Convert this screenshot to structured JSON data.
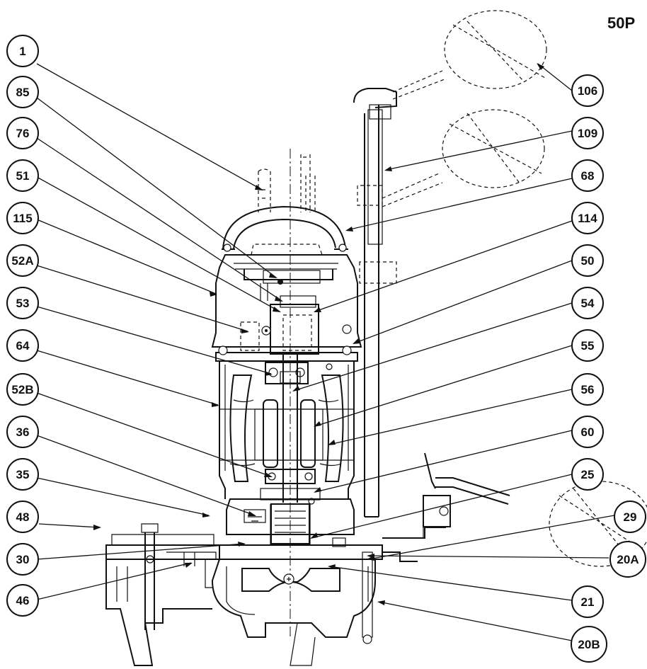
{
  "title": "50P",
  "callouts": [
    {
      "id": "c1",
      "label": "1"
    },
    {
      "id": "c85",
      "label": "85"
    },
    {
      "id": "c76",
      "label": "76"
    },
    {
      "id": "c51",
      "label": "51"
    },
    {
      "id": "c115",
      "label": "115"
    },
    {
      "id": "c52A",
      "label": "52A"
    },
    {
      "id": "c53",
      "label": "53"
    },
    {
      "id": "c64",
      "label": "64"
    },
    {
      "id": "c52B",
      "label": "52B"
    },
    {
      "id": "c36",
      "label": "36"
    },
    {
      "id": "c35",
      "label": "35"
    },
    {
      "id": "c48",
      "label": "48"
    },
    {
      "id": "c30",
      "label": "30"
    },
    {
      "id": "c46",
      "label": "46"
    },
    {
      "id": "c106",
      "label": "106"
    },
    {
      "id": "c109",
      "label": "109"
    },
    {
      "id": "c68",
      "label": "68"
    },
    {
      "id": "c114",
      "label": "114"
    },
    {
      "id": "c50",
      "label": "50"
    },
    {
      "id": "c54",
      "label": "54"
    },
    {
      "id": "c55",
      "label": "55"
    },
    {
      "id": "c56",
      "label": "56"
    },
    {
      "id": "c60",
      "label": "60"
    },
    {
      "id": "c25",
      "label": "25"
    },
    {
      "id": "c29",
      "label": "29"
    },
    {
      "id": "c20A",
      "label": "20A"
    },
    {
      "id": "c21",
      "label": "21"
    },
    {
      "id": "c20B",
      "label": "20B"
    }
  ]
}
